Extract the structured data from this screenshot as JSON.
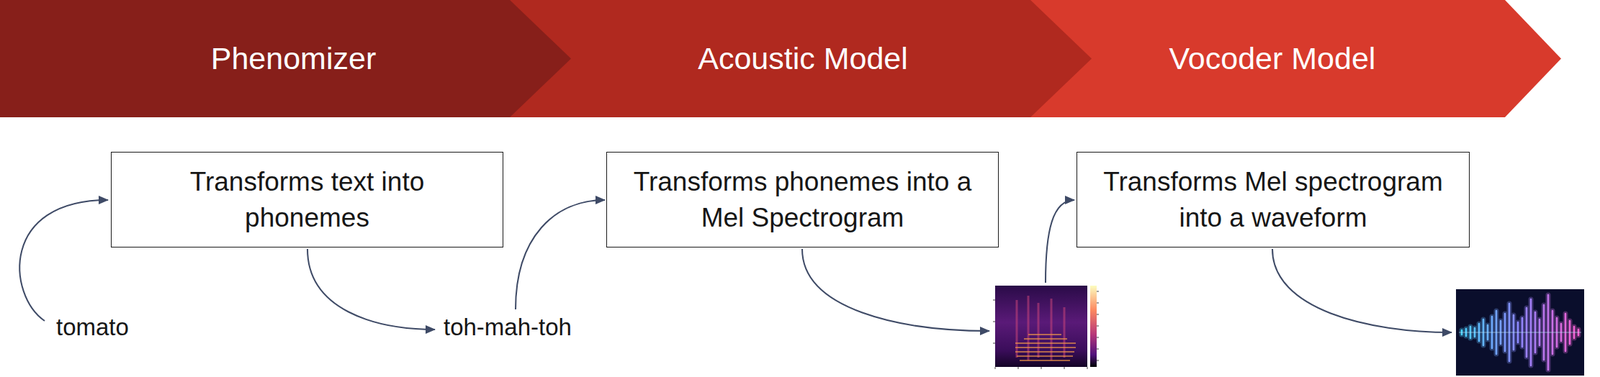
{
  "diagram": {
    "nodes": [
      {
        "text": [
          "Phenomizer"
        ]
      },
      {
        "text": [
          "Acoustic Model"
        ]
      },
      {
        "text": [
          "Vocoder Model"
        ]
      },
      {
        "text": [
          "Transforms text into phonemes"
        ]
      },
      {
        "text": [
          "Transforms phonemes into a Mel Spectrogram"
        ]
      },
      {
        "text": [
          "Transforms Mel spectrogram into a waveform"
        ]
      }
    ],
    "labels": [
      "tomato",
      "toh-mah-toh"
    ]
  }
}
